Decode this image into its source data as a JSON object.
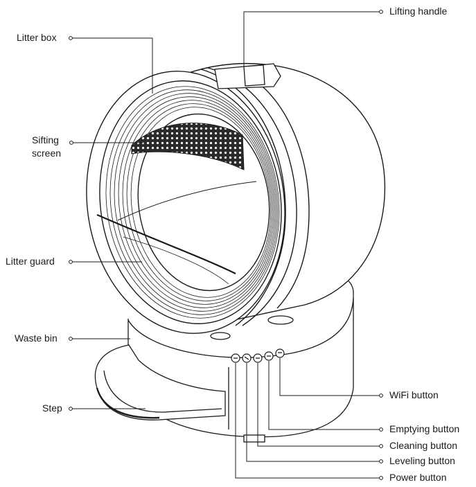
{
  "labels": {
    "litter_box": "Litter box",
    "sifting_screen_line1": "Sifting",
    "sifting_screen_line2": "screen",
    "litter_guard": "Litter guard",
    "waste_bin": "Waste bin",
    "step": "Step",
    "lifting_handle": "Lifting handle",
    "wifi_button": "WiFi button",
    "emptying_button": "Emptying button",
    "cleaning_button": "Cleaning button",
    "leveling_button": "Leveling button",
    "power_button": "Power button"
  },
  "colors": {
    "line": "#1a1a1a",
    "fill": "#ffffff",
    "mesh": "#2a2a2a"
  }
}
